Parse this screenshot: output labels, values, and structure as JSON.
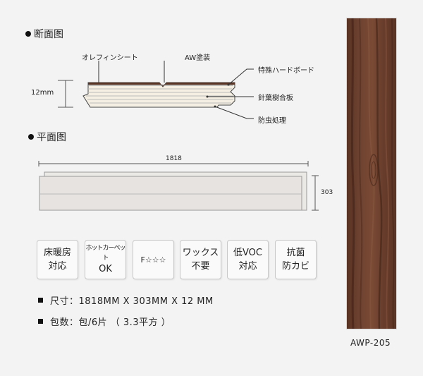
{
  "sections": {
    "cross_section_title": "断面图",
    "plan_title": "平面图"
  },
  "cross_section": {
    "label_top_left": "オレフィンシート",
    "label_top_center": "AW塗装",
    "label_right_1": "特殊ハードボード",
    "label_right_2": "針葉樹合板",
    "label_right_3": "防虫処理",
    "thickness": "12mm"
  },
  "plan": {
    "length": "1818",
    "width": "303"
  },
  "features": [
    {
      "line1": "床暖房",
      "line2": "対応"
    },
    {
      "line1": "ホットカーペット",
      "line2": "OK"
    },
    {
      "line1": "F☆☆☆",
      "line2": ""
    },
    {
      "line1": "ワックス",
      "line2": "不要"
    },
    {
      "line1": "低VOC",
      "line2": "対応"
    },
    {
      "line1": "抗菌",
      "line2": "防カビ"
    }
  ],
  "specs": {
    "size": "尺寸：1818MM X 303MM X 12 MM",
    "package": "包数：包/6片 （ 3.3平方 ）"
  },
  "product": {
    "code": "AWP-205",
    "wood_color": "#6b3e2a"
  }
}
